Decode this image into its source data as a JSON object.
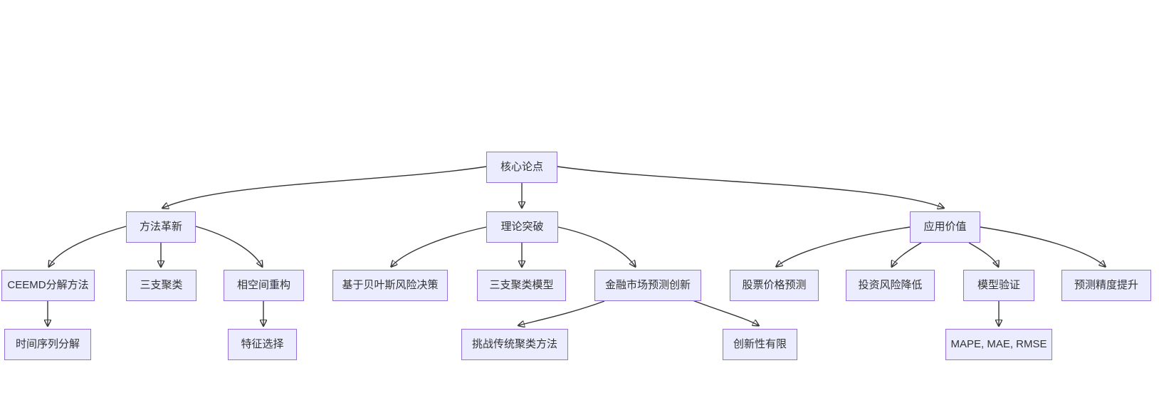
{
  "diagram": {
    "type": "flowchart",
    "direction": "top-down",
    "colors": {
      "node_fill": "#ECECFF",
      "node_border": "#9370DB",
      "edge": "#333333",
      "text": "#333333",
      "background": "#ffffff"
    },
    "nodes": {
      "root": {
        "label": "核心论点"
      },
      "method_innovation": {
        "label": "方法革新"
      },
      "theoretical_breakthrough": {
        "label": "理论突破"
      },
      "application_value": {
        "label": "应用价值"
      },
      "ceemd_decomposition": {
        "label": "CEEMD分解方法"
      },
      "three_way_clustering": {
        "label": "三支聚类"
      },
      "phase_space_reconstruction": {
        "label": "相空间重构"
      },
      "bayesian_risk_decision": {
        "label": "基于贝叶斯风险决策"
      },
      "three_way_clustering_model": {
        "label": "三支聚类模型"
      },
      "financial_market_forecast_innovation": {
        "label": "金融市场预测创新"
      },
      "stock_price_prediction": {
        "label": "股票价格预测"
      },
      "investment_risk_reduction": {
        "label": "投资风险降低"
      },
      "model_validation": {
        "label": "模型验证"
      },
      "forecast_accuracy_improvement": {
        "label": "预测精度提升"
      },
      "time_series_decomposition": {
        "label": "时间序列分解"
      },
      "feature_selection": {
        "label": "特征选择"
      },
      "challenge_traditional_clustering": {
        "label": "挑战传统聚类方法"
      },
      "limited_novelty": {
        "label": "创新性有限"
      },
      "evaluation_metrics": {
        "label": "MAPE, MAE, RMSE"
      }
    },
    "edges": [
      {
        "from": "root",
        "to": "method_innovation"
      },
      {
        "from": "root",
        "to": "theoretical_breakthrough"
      },
      {
        "from": "root",
        "to": "application_value"
      },
      {
        "from": "method_innovation",
        "to": "ceemd_decomposition"
      },
      {
        "from": "method_innovation",
        "to": "three_way_clustering"
      },
      {
        "from": "method_innovation",
        "to": "phase_space_reconstruction"
      },
      {
        "from": "theoretical_breakthrough",
        "to": "bayesian_risk_decision"
      },
      {
        "from": "theoretical_breakthrough",
        "to": "three_way_clustering_model"
      },
      {
        "from": "theoretical_breakthrough",
        "to": "financial_market_forecast_innovation"
      },
      {
        "from": "application_value",
        "to": "stock_price_prediction"
      },
      {
        "from": "application_value",
        "to": "investment_risk_reduction"
      },
      {
        "from": "application_value",
        "to": "model_validation"
      },
      {
        "from": "application_value",
        "to": "forecast_accuracy_improvement"
      },
      {
        "from": "financial_market_forecast_innovation",
        "to": "challenge_traditional_clustering"
      },
      {
        "from": "financial_market_forecast_innovation",
        "to": "limited_novelty"
      },
      {
        "from": "ceemd_decomposition",
        "to": "time_series_decomposition"
      },
      {
        "from": "phase_space_reconstruction",
        "to": "feature_selection"
      },
      {
        "from": "model_validation",
        "to": "evaluation_metrics"
      }
    ]
  }
}
